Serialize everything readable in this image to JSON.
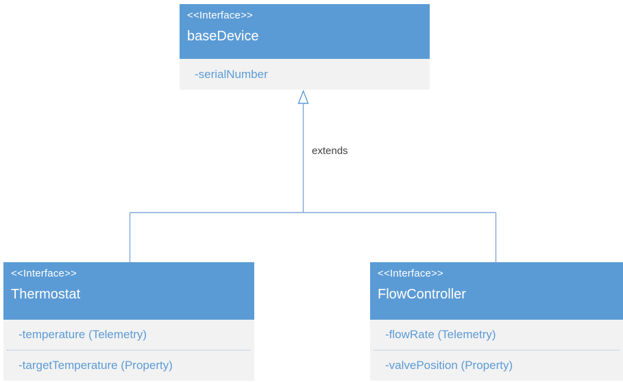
{
  "diagram": {
    "type": "uml-interface-inheritance-diagram",
    "relationship_label": "extends"
  },
  "colors": {
    "header-blue": "#5B9BD5",
    "body-gray": "#F2F2F2",
    "attr-blue": "#5B9BD5",
    "divider-blue": "#8FBADF",
    "line-blue": "#7EA7D8",
    "label-dark": "#3F3F3F",
    "header-text": "#FFFFFF"
  },
  "boxes": {
    "base_device": {
      "stereotype": "<<Interface>>",
      "name": "baseDevice",
      "attributes": [
        "-serialNumber"
      ]
    },
    "thermostat": {
      "stereotype": "<<Interface>>",
      "name": "Thermostat",
      "attributes": [
        "-temperature (Telemetry)",
        "-targetTemperature (Property)"
      ]
    },
    "flow_controller": {
      "stereotype": "<<Interface>>",
      "name": "FlowController",
      "attributes": [
        "-flowRate (Telemetry)",
        "-valvePosition (Property)"
      ]
    }
  }
}
